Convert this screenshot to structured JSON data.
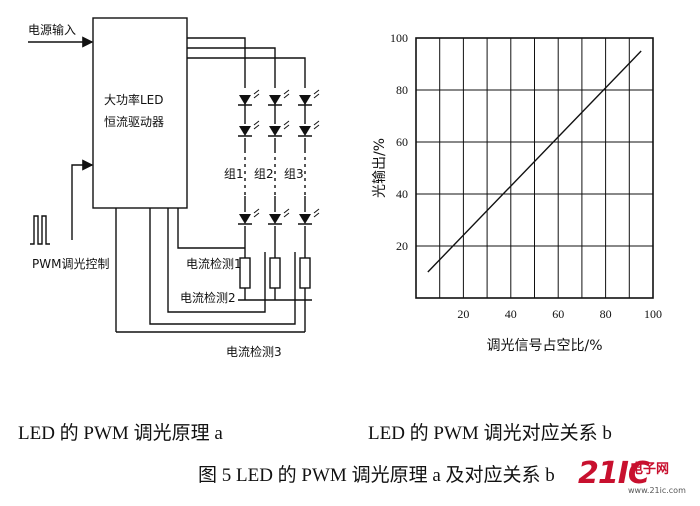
{
  "diagram_a": {
    "power_input": "电源输入",
    "driver_line1": "大功率LED",
    "driver_line2": "恒流驱动器",
    "pwm_control": "PWM调光控制",
    "groups": [
      "组1",
      "组2",
      "组3"
    ],
    "current_detect": [
      "电流检测1",
      "电流检测2",
      "电流检测3"
    ]
  },
  "chart_data": {
    "type": "line",
    "x": [
      5,
      95
    ],
    "y": [
      10,
      95
    ],
    "xlabel": "调光信号占空比/%",
    "ylabel": "光输出/%",
    "xlim": [
      0,
      100
    ],
    "ylim": [
      0,
      100
    ],
    "xticks": [
      "20",
      "40",
      "60",
      "80",
      "100"
    ],
    "yticks": [
      "20",
      "40",
      "60",
      "80",
      "100"
    ],
    "grid": true
  },
  "captions": {
    "a": "LED 的 PWM 调光原理 a",
    "b": "LED 的 PWM 调光对应关系 b",
    "figure": "图 5  LED 的 PWM 调光原理 a 及对应关系 b"
  },
  "watermark": {
    "logo": "21IC",
    "sub": "电子网",
    "url": "www.21ic.com"
  }
}
